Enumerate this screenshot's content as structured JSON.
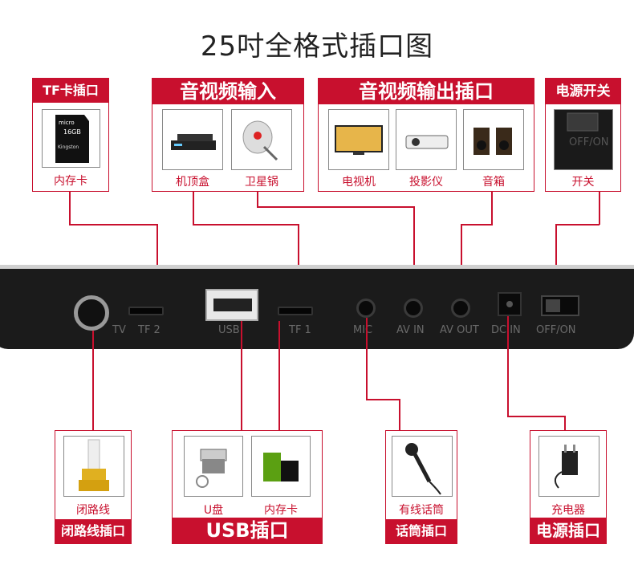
{
  "title": "25吋全格式插口图",
  "top": {
    "tf": {
      "header": "TF卡插口",
      "caption": "内存卡",
      "icon": "micro-sd-card-icon",
      "sd_brand": "micro",
      "sd_size": "16GB",
      "sd_maker": "Kingston"
    },
    "av_in": {
      "header": "音视频输入",
      "items": [
        {
          "caption": "机顶盒",
          "icon": "set-top-box-icon"
        },
        {
          "caption": "卫星锅",
          "icon": "satellite-dish-icon"
        }
      ]
    },
    "av_out": {
      "header": "音视频输出插口",
      "items": [
        {
          "caption": "电视机",
          "icon": "tv-icon"
        },
        {
          "caption": "投影仪",
          "icon": "projector-icon"
        },
        {
          "caption": "音箱",
          "icon": "speaker-icon"
        }
      ]
    },
    "power": {
      "header": "电源开关",
      "caption": "开关",
      "icon": "power-switch-icon",
      "switch_text": "OFF/ON"
    }
  },
  "panel_labels": [
    "TV",
    "TF 2",
    "USB",
    "TF 1",
    "MIC",
    "AV IN",
    "AV OUT",
    "DC IN",
    "OFF/ON"
  ],
  "bottom": {
    "tv": {
      "header": "闭路线插口",
      "caption": "闭路线",
      "icon": "coaxial-cable-icon"
    },
    "usb": {
      "header": "USB插口",
      "items": [
        {
          "caption": "U盘",
          "icon": "usb-flash-drive-icon"
        },
        {
          "caption": "内存卡",
          "icon": "sd-card-reader-icon"
        }
      ]
    },
    "mic": {
      "header": "话筒插口",
      "caption": "有线话筒",
      "icon": "microphone-icon"
    },
    "dc": {
      "header": "电源插口",
      "caption": "充电器",
      "icon": "power-adapter-icon"
    }
  },
  "colors": {
    "accent": "#c8102e",
    "panel": "#1b1b1b"
  }
}
